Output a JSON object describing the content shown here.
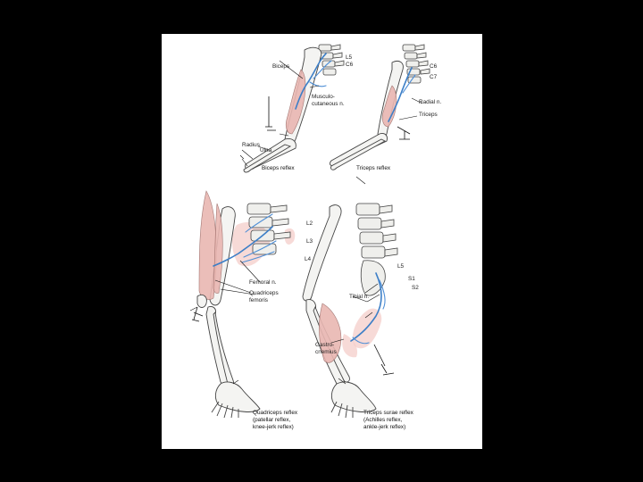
{
  "panels": {
    "biceps": {
      "labels": {
        "biceps": "Biceps",
        "l5": "L5",
        "c6": "C6",
        "musculo1": "Musculo-",
        "musculo2": "cutaneous n.",
        "radius": "Radius",
        "ulna": "Ulna"
      },
      "caption": "Biceps reflex"
    },
    "triceps": {
      "labels": {
        "c6": "C6",
        "c7": "C7",
        "radial": "Radial n.",
        "triceps": "Triceps"
      },
      "caption": "Triceps reflex"
    },
    "quadriceps": {
      "labels": {
        "l2": "L2",
        "l3": "L3",
        "l4": "L4",
        "femoral": "Femoral n.",
        "quad1": "Quadriceps",
        "quad2": "femoris"
      },
      "caption": [
        "Quadriceps reflex",
        "(patellar reflex,",
        "knee-jerk reflex)"
      ]
    },
    "triceps_surae": {
      "labels": {
        "l5": "L5",
        "s1": "S1",
        "s2": "S2",
        "tibial": "Tibial n.",
        "gastro1": "Gastro-",
        "gastro2": "cnemius"
      },
      "caption": [
        "Triceps surae reflex",
        "(Achilles reflex,",
        "ankle-jerk reflex)"
      ]
    }
  },
  "colors": {
    "nerve": "#3d7fc7",
    "muscle": "#e9b7b2",
    "background": "#000000",
    "sheet": "#ffffff"
  }
}
